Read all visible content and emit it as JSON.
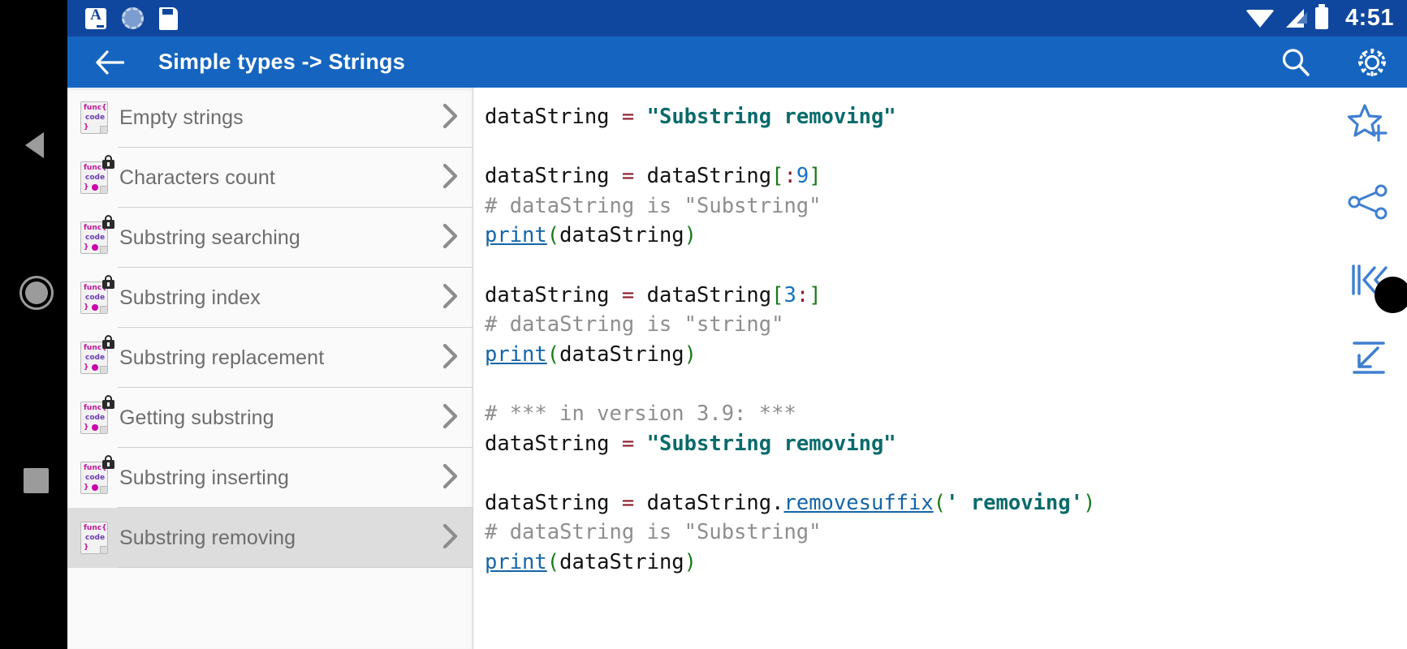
{
  "statusbar": {
    "time": "4:51",
    "left_icons": [
      "app-a-icon",
      "spinner-icon",
      "sdcard-icon"
    ],
    "right_icons": [
      "wifi-icon",
      "signal-icon",
      "battery-icon"
    ]
  },
  "toolbar": {
    "back_label": "back-arrow",
    "title": "Simple types -> Strings",
    "actions": [
      {
        "name": "search-icon",
        "label": "Search"
      },
      {
        "name": "gear-icon",
        "label": "Settings"
      }
    ],
    "bg_color": "#1565c0"
  },
  "list": {
    "items": [
      {
        "label": "Empty strings",
        "locked": false,
        "dot": false,
        "selected": false
      },
      {
        "label": "Characters count",
        "locked": true,
        "dot": true,
        "selected": false
      },
      {
        "label": "Substring searching",
        "locked": true,
        "dot": true,
        "selected": false
      },
      {
        "label": "Substring index",
        "locked": true,
        "dot": true,
        "selected": false
      },
      {
        "label": "Substring replacement",
        "locked": true,
        "dot": true,
        "selected": false
      },
      {
        "label": "Getting substring",
        "locked": true,
        "dot": true,
        "selected": false
      },
      {
        "label": "Substring inserting",
        "locked": true,
        "dot": true,
        "selected": false
      },
      {
        "label": "Substring removing",
        "locked": false,
        "dot": false,
        "selected": true
      }
    ],
    "icon_name": "code-file-icon",
    "icon_text": {
      "line1": "func{",
      "line2": "code",
      "line3": "}"
    },
    "chevron": "chevron-right-icon"
  },
  "code": {
    "language": "python",
    "lines": [
      [
        {
          "t": "dataString ",
          "c": "var"
        },
        {
          "t": "= ",
          "c": "op"
        },
        {
          "t": "\"Substring removing\"",
          "c": "str"
        }
      ],
      [
        {
          "t": "",
          "c": "var"
        }
      ],
      [
        {
          "t": "dataString ",
          "c": "var"
        },
        {
          "t": "= ",
          "c": "op"
        },
        {
          "t": "dataString",
          "c": "var"
        },
        {
          "t": "[",
          "c": "brk"
        },
        {
          "t": ":",
          "c": "op"
        },
        {
          "t": "9",
          "c": "num"
        },
        {
          "t": "]",
          "c": "brk"
        }
      ],
      [
        {
          "t": "# dataString is \"Substring\"",
          "c": "com"
        }
      ],
      [
        {
          "t": "print",
          "c": "fn"
        },
        {
          "t": "(",
          "c": "par"
        },
        {
          "t": "dataString",
          "c": "var"
        },
        {
          "t": ")",
          "c": "par"
        }
      ],
      [
        {
          "t": "",
          "c": "var"
        }
      ],
      [
        {
          "t": "dataString ",
          "c": "var"
        },
        {
          "t": "= ",
          "c": "op"
        },
        {
          "t": "dataString",
          "c": "var"
        },
        {
          "t": "[",
          "c": "brk"
        },
        {
          "t": "3",
          "c": "num"
        },
        {
          "t": ":",
          "c": "op"
        },
        {
          "t": "]",
          "c": "brk"
        }
      ],
      [
        {
          "t": "# dataString is \"string\"",
          "c": "com"
        }
      ],
      [
        {
          "t": "print",
          "c": "fn"
        },
        {
          "t": "(",
          "c": "par"
        },
        {
          "t": "dataString",
          "c": "var"
        },
        {
          "t": ")",
          "c": "par"
        }
      ],
      [
        {
          "t": "",
          "c": "var"
        }
      ],
      [
        {
          "t": "# *** in version 3.9: ***",
          "c": "com"
        }
      ],
      [
        {
          "t": "dataString ",
          "c": "var"
        },
        {
          "t": "= ",
          "c": "op"
        },
        {
          "t": "\"Substring removing\"",
          "c": "str"
        }
      ],
      [
        {
          "t": "",
          "c": "var"
        }
      ],
      [
        {
          "t": "dataString ",
          "c": "var"
        },
        {
          "t": "= ",
          "c": "op"
        },
        {
          "t": "dataString",
          "c": "var"
        },
        {
          "t": ".",
          "c": "dot"
        },
        {
          "t": "removesuffix",
          "c": "fn"
        },
        {
          "t": "(",
          "c": "par"
        },
        {
          "t": "' removing'",
          "c": "str"
        },
        {
          "t": ")",
          "c": "par"
        }
      ],
      [
        {
          "t": "# dataString is \"Substring\"",
          "c": "com"
        }
      ],
      [
        {
          "t": "print",
          "c": "fn"
        },
        {
          "t": "(",
          "c": "par"
        },
        {
          "t": "dataString",
          "c": "var"
        },
        {
          "t": ")",
          "c": "par"
        }
      ]
    ]
  },
  "rail": {
    "buttons": [
      {
        "name": "add-to-favorites-icon",
        "label": "Add to favorites"
      },
      {
        "name": "share-icon",
        "label": "Share"
      },
      {
        "name": "skip-to-start-icon",
        "label": "Go to start"
      },
      {
        "name": "collapse-icon",
        "label": "Collapse"
      }
    ],
    "accent_color": "#3f7fd1"
  },
  "navbar": {
    "buttons": [
      {
        "name": "android-back-button",
        "label": "Back"
      },
      {
        "name": "android-home-button",
        "label": "Home"
      },
      {
        "name": "android-recents-button",
        "label": "Recents"
      }
    ]
  },
  "touch_indicator": {
    "name": "touch-point",
    "visible": true
  }
}
